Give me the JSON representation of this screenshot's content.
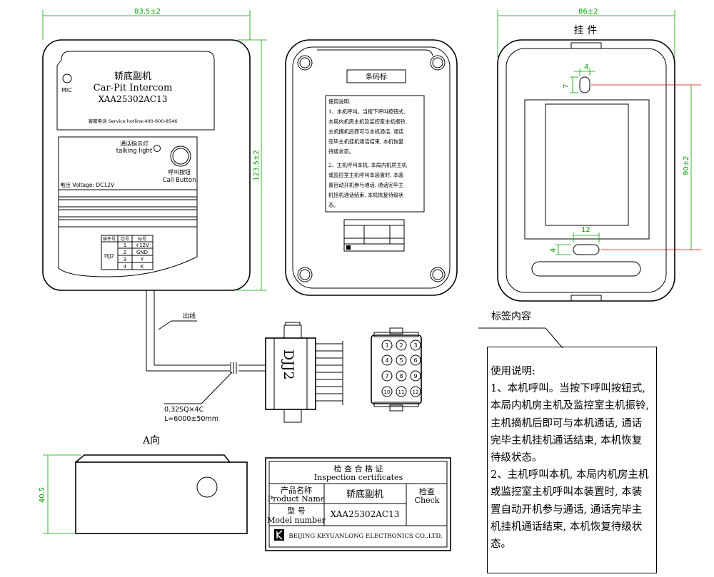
{
  "dims": {
    "front_width": "83.5±2",
    "front_height": "123.5±2",
    "back_width": "86±2",
    "mount_height": "90±2",
    "hole_w": "4",
    "hole_h": "7",
    "slot_w": "12",
    "slot_h": "4",
    "side_height": "40.5"
  },
  "front": {
    "title_cn": "轿底副机",
    "title_en": "Car-Pit Intercom",
    "model": "XAA25302AC13",
    "mic": "MIC",
    "hotline": "客服电话 Service hotline:400-600-8546",
    "light_cn": "通话指示灯",
    "light_en": "talking light",
    "button_cn": "呼叫按钮",
    "button_en": "Call Button",
    "voltage": "电压 Voltage: DC12V",
    "pin_table": {
      "headers": [
        "插件号",
        "芯号",
        "标号"
      ],
      "connector": "DJJ2",
      "rows": [
        [
          "1",
          "+12V"
        ],
        [
          "2",
          "GND"
        ],
        [
          "3",
          "Y"
        ],
        [
          "4",
          "K"
        ]
      ]
    }
  },
  "back": {
    "barcode_label": "条码标",
    "instructions_small": [
      "使用说明:",
      "1、本机呼叫。当按下呼叫按钮式,",
      "本局内机房主机及监控室主机振铃,",
      "主机摘机后即可与本机通话, 通话",
      "完毕主机挂机通话结束, 本机恢复",
      "待级状态。",
      "2、主机呼叫本机, 本局内机房主机",
      "或监控室主机呼叫本装置时, 本装",
      "置自动开机参与通话, 通话完毕主",
      "机挂机通话结束, 本机恢复待级状",
      "态。"
    ]
  },
  "mount": {
    "title": "挂 件"
  },
  "cable": {
    "lead_label": "出线",
    "spec1": "0.32SQ×4C",
    "spec2": "L=6000±50mm",
    "plug_label": "DJJ2",
    "pins": [
      "1",
      "2",
      "3",
      "4",
      "5",
      "6",
      "7",
      "8",
      "9",
      "10",
      "11",
      "12"
    ]
  },
  "side_view": {
    "title": "A向"
  },
  "cert": {
    "title_cn": "检 查 合 格 证",
    "title_en": "Inspection certificates",
    "product_name_cn": "产品名称",
    "product_name_en": "Product Name",
    "product_name_value": "轿底副机",
    "model_cn": "型 号",
    "model_en": "Model number",
    "model_value": "XAA25302AC13",
    "check_cn": "检查",
    "check_en": "Check",
    "company": "BEIJING KEYUANLONG ELECTRONICS CO.,LTD."
  },
  "label": {
    "title": "标签内容",
    "lines": [
      "使用说明:",
      "1、本机呼叫。当按下呼叫按钮式,",
      "本局内机房主机及监控室主机振铃,",
      "主机摘机后即可与本机通话, 通话",
      "完毕主机挂机通话结束, 本机恢复",
      "待级状态。",
      "2、主机呼叫本机, 本局内机房主机",
      "或监控室主机呼叫本装置时, 本装",
      "置自动开机参与通话, 通话完毕主",
      "机挂机通话结束, 本机恢复待级状",
      "态。"
    ]
  }
}
